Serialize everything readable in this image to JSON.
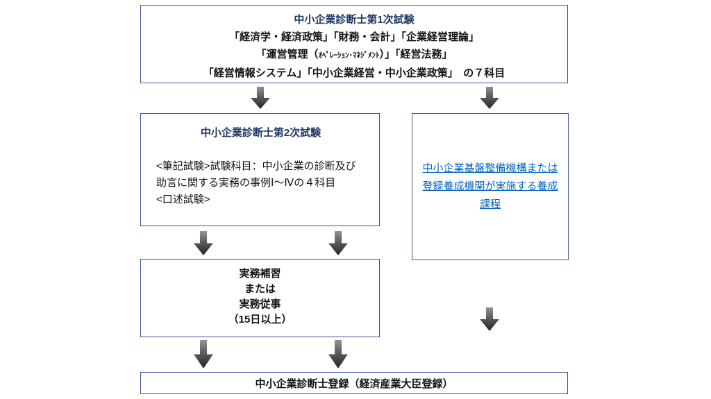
{
  "colors": {
    "box_border": "#3a539b",
    "title_navy": "#1f3864",
    "link_blue": "#0563c1",
    "arrow_dark": "#262626"
  },
  "exam1": {
    "title": "中小企業診断士第1次試験",
    "line1": "「経済学・経済政策」「財務・会計」「企業経営理論」",
    "line2_pre": "「運営管理（",
    "line2_small": "ｵﾍﾟﾚｰｼｮﾝ･ﾏﾈｼﾞﾒﾝﾄ",
    "line2_post": "）」「経営法務」",
    "line3": "「経営情報システム」「中小企業経営・中小企業政策」　の７科目"
  },
  "exam2": {
    "title": "中小企業診断士第2次試験",
    "written": "<筆記試験>試験科目：中小企業の診断及び助言に関する実務の事例Ⅰ～Ⅳの４科目",
    "oral": "<口述試験>"
  },
  "training": {
    "link_text": "中小企業基盤整備機構または登録養成機関が実施する養成課程"
  },
  "practice": {
    "line1": "実務補習",
    "line2": "または",
    "line3": "実務従事",
    "line4": "（15日以上）"
  },
  "registration": {
    "text": "中小企業診断士登録（経済産業大臣登録）"
  }
}
